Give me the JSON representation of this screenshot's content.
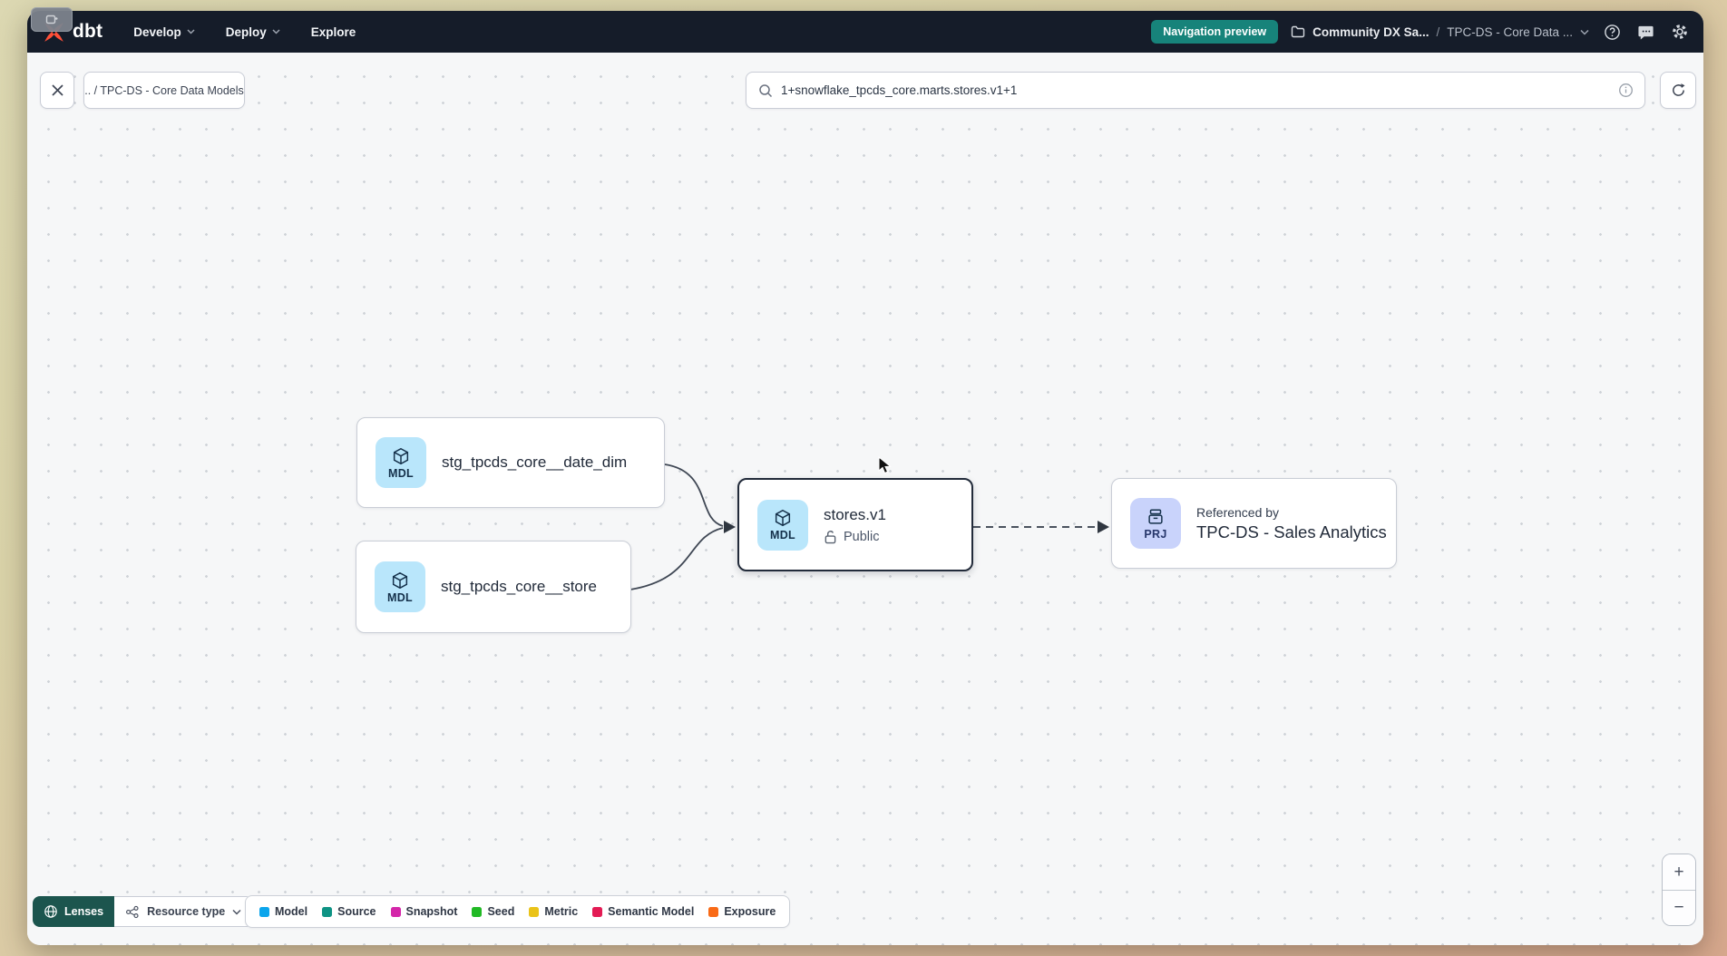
{
  "colors": {
    "dbt_orange": "#ff4f38",
    "navbar_bg": "#151c29",
    "preview_button_bg": "#17837a",
    "lenses_bg": "#1c554e",
    "mdl_icon_bg": "#b9e6fb",
    "prj_icon_bg": "#c9d3fb",
    "selected_node_border": "#222b3a"
  },
  "navbar": {
    "logo_text": "dbt",
    "menus": [
      {
        "label": "Develop"
      },
      {
        "label": "Deploy"
      },
      {
        "label": "Explore"
      }
    ],
    "preview_button": "Navigation preview",
    "breadcrumb": {
      "account": "Community DX Sa...",
      "separator": "/",
      "project": "TPC-DS - Core Data ..."
    }
  },
  "toolbar": {
    "back_chip": ".. / TPC-DS - Core Data Models",
    "search_value": "1+snowflake_tpcds_core.marts.stores.v1+1"
  },
  "graph": {
    "nodes": {
      "date_dim": {
        "badge": "MDL",
        "label": "stg_tpcds_core__date_dim"
      },
      "store": {
        "badge": "MDL",
        "label": "stg_tpcds_core__store"
      },
      "stores_v1": {
        "badge": "MDL",
        "label": "stores.v1",
        "access": "Public"
      },
      "referenced": {
        "badge": "PRJ",
        "title": "Referenced by",
        "label": "TPC-DS - Sales Analytics"
      }
    }
  },
  "footer": {
    "lenses": "Lenses",
    "resource_type": "Resource type",
    "legend": [
      {
        "label": "Model",
        "color": "#0ba5ec"
      },
      {
        "label": "Source",
        "color": "#0e9384"
      },
      {
        "label": "Snapshot",
        "color": "#d426a9"
      },
      {
        "label": "Seed",
        "color": "#21b925"
      },
      {
        "label": "Metric",
        "color": "#eac319"
      },
      {
        "label": "Semantic Model",
        "color": "#e31b54"
      },
      {
        "label": "Exposure",
        "color": "#f96a16"
      }
    ]
  },
  "zoom": {
    "in": "+",
    "out": "−"
  }
}
